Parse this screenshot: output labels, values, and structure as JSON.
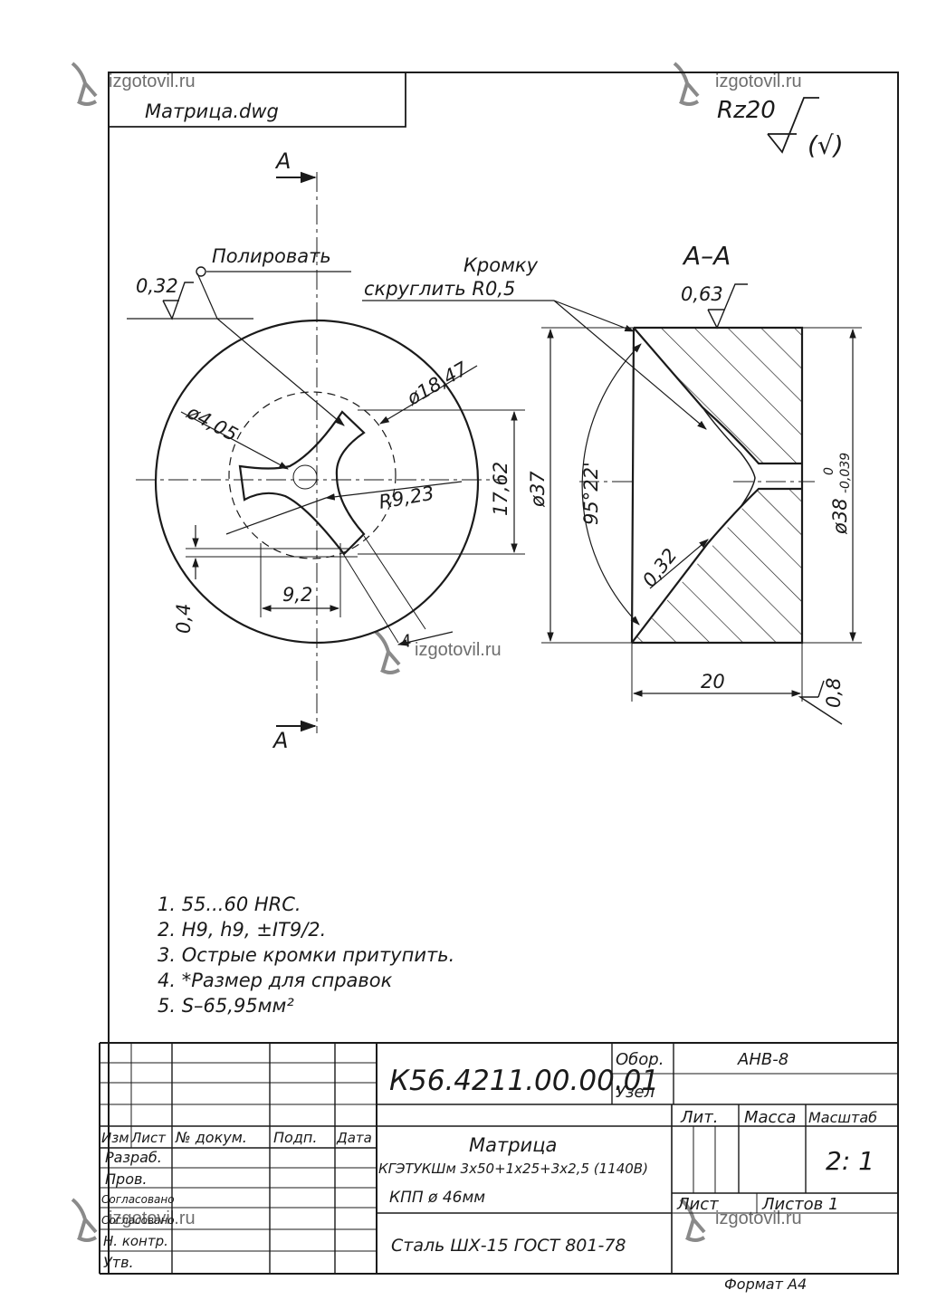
{
  "watermarks": [
    "izgotovil.ru",
    "izgotovil.ru",
    "izgotovil.ru",
    "izgotovil.ru",
    "izgotovil.ru"
  ],
  "file_label": "Матрица.dwg",
  "roughness_general": "Rz20",
  "roughness_note": "(√)",
  "section_marks": {
    "top": "A",
    "bottom": "A",
    "title": "A–A"
  },
  "annotations": {
    "polish": "Полировать",
    "polish_rough": "0,32",
    "edge_line1": "Кромку",
    "edge_line2": "скруглить R0,5",
    "section_rough": "0,63",
    "rough_inner": "0,32",
    "rough_side": "0,8"
  },
  "dimensions": {
    "d1847": "ø18,47",
    "d405": "ø4,05",
    "r923": "R9,23",
    "d1762": "17,62",
    "d37": "ø37",
    "d92": "9,2",
    "d04": "0,4",
    "d4": "4",
    "angle": "95°22'",
    "d38": "ø38",
    "d38_upper": "0",
    "d38_lower": "-0,039",
    "d20": "20"
  },
  "notes": [
    "1.  55...60  HRC.",
    "2.  H9,  h9,  ±IT9/2.",
    "3.  Острые  кромки  притупить.",
    "4.  *Размер  для  справок",
    "5.  S–65,95мм²"
  ],
  "title_block": {
    "designation": "К56.4211.00.00.01",
    "obor_label": "Обор.",
    "obor_value": "АНВ-8",
    "uzel_label": "Узел",
    "col_headers": [
      "Изм",
      "Лист",
      "№ докум.",
      "Подп.",
      "Дата"
    ],
    "signature": "Подп.",
    "rows": [
      "Разраб.",
      "Пров.",
      "Согласовано",
      "Согласовано",
      "Н. контр.",
      "Утв."
    ],
    "name_line1": "Матрица",
    "name_line2": "КГЭТУКШм 3х50+1х25+3х2,5 (1140В)",
    "name_line3": "КПП ø 46мм",
    "lit_label": "Лит.",
    "mass_label": "Масса",
    "scale_label": "Масштаб",
    "scale_value": "2: 1",
    "sheet_label": "Лист",
    "sheets_label": "Листов  1",
    "material": "Сталь  ШХ-15  ГОСТ 801-78",
    "format": "Формат А4"
  }
}
